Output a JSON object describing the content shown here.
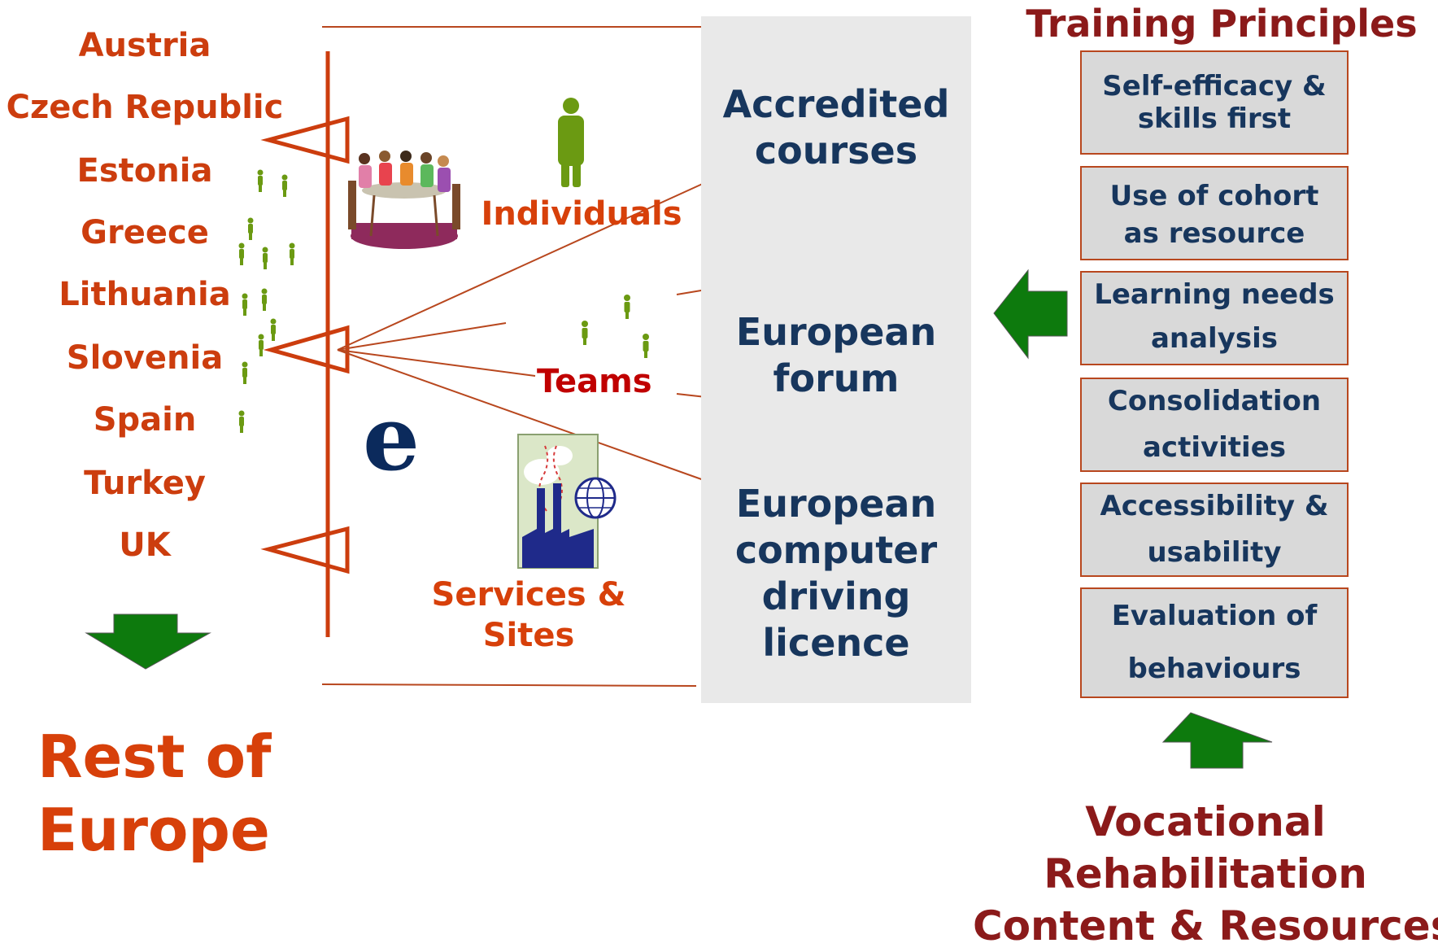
{
  "countries": [
    "Austria",
    "Czech Republic",
    "Estonia",
    "Greece",
    "Lithuania",
    "Slovenia",
    "Spain",
    "Turkey",
    "UK"
  ],
  "rest_of_europe": [
    "Rest of",
    "Europe"
  ],
  "middle": {
    "individuals_label": "Individuals",
    "teams_label": "Teams",
    "services_label": [
      "Services &",
      "Sites"
    ],
    "e_letter": "e"
  },
  "center_panel": {
    "items": [
      [
        "Accredited",
        "courses"
      ],
      [
        "European",
        "forum"
      ],
      [
        "European",
        "computer",
        "driving",
        "licence"
      ]
    ]
  },
  "training_principles": {
    "title": "Training Principles",
    "boxes": [
      [
        "Self-efficacy &",
        "skills first"
      ],
      [
        "Use of cohort",
        "as resource"
      ],
      [
        "Learning needs",
        "analysis"
      ],
      [
        "Consolidation",
        "activities"
      ],
      [
        "Accessibility &",
        "usability"
      ],
      [
        "Evaluation of",
        "behaviours"
      ]
    ]
  },
  "vocational": [
    "Vocational",
    "Rehabilitation",
    "Content & Resources"
  ],
  "colors": {
    "orange": "#cc3d0e",
    "dark_red": "#8b1a1a",
    "navy": "#17365d",
    "green_arrow": "#0d7a0d",
    "figure_green": "#6b9a12",
    "line": "#b8471e",
    "panel_gray": "#e9e9e9"
  }
}
